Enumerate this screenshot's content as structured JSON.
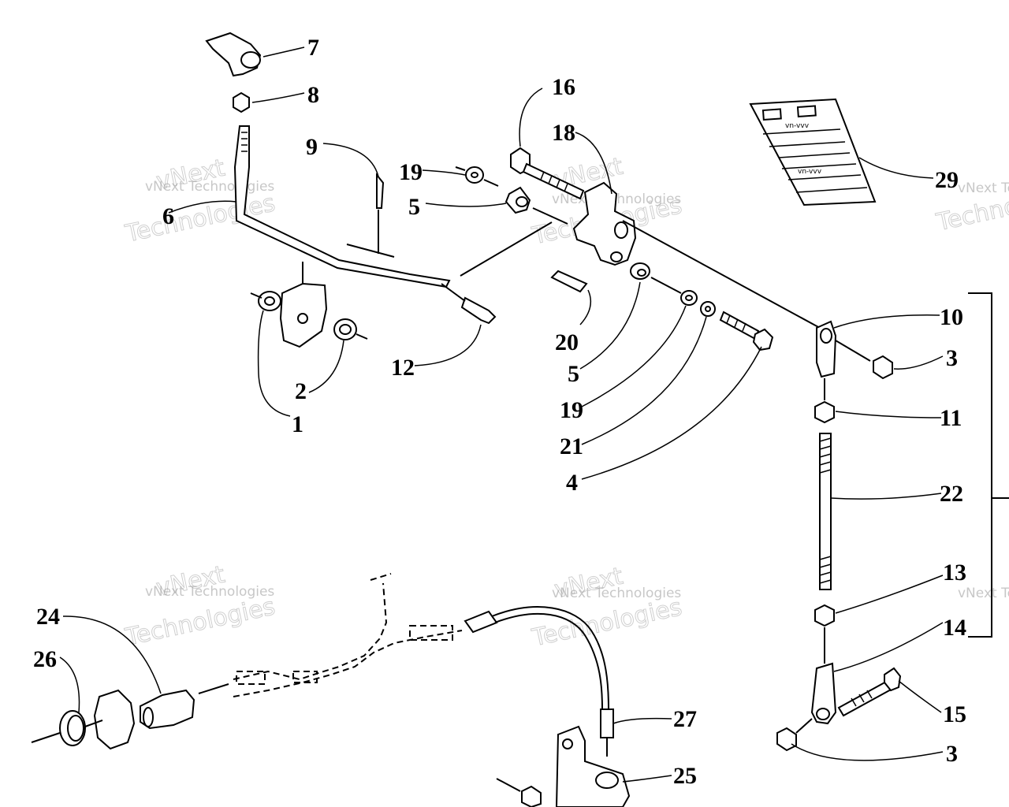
{
  "callouts": [
    "1",
    "2",
    "3",
    "3",
    "4",
    "5",
    "5",
    "6",
    "7",
    "8",
    "9",
    "10",
    "11",
    "12",
    "13",
    "14",
    "15",
    "16",
    "18",
    "19",
    "19",
    "20",
    "21",
    "22",
    "24",
    "25",
    "26",
    "27",
    "29"
  ],
  "watermark": {
    "text": "vNext Technologies",
    "brand_top": "vNext",
    "brand_bottom": "Technologies",
    "partial_right": "vNext Te"
  },
  "decal": {
    "lines": [
      "vn-vvv",
      "vn-vvv"
    ]
  }
}
